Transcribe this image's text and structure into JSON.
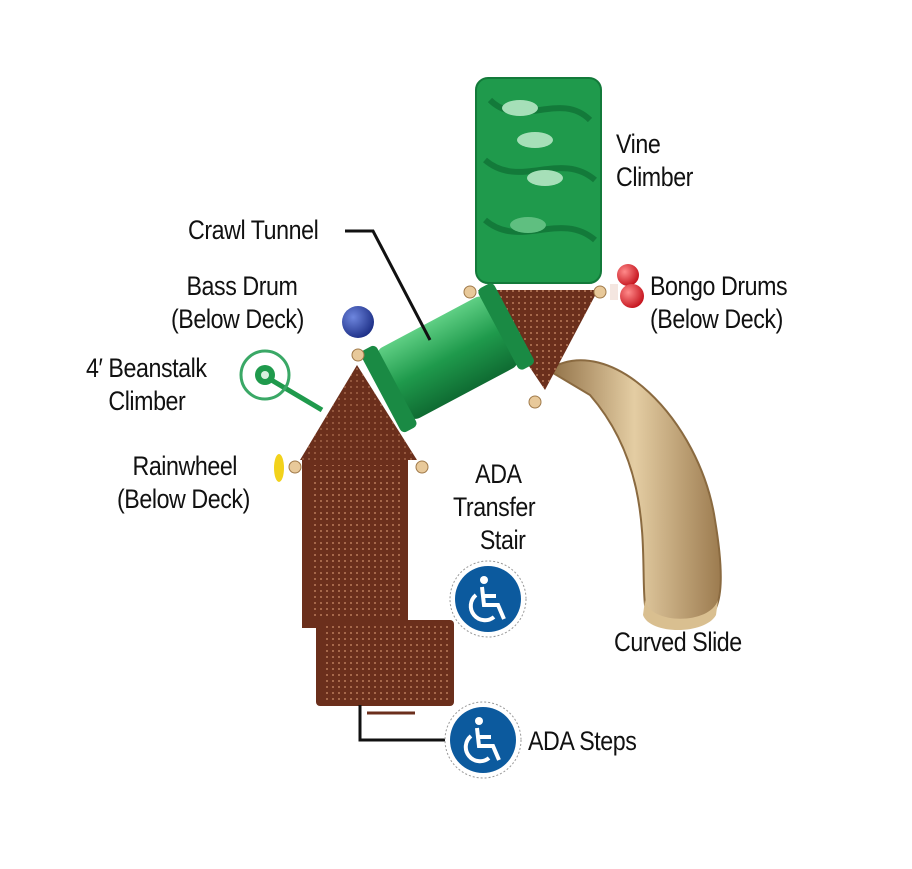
{
  "labels": {
    "vine_climber": [
      "Vine",
      "Climber"
    ],
    "crawl_tunnel": "Crawl Tunnel",
    "bass_drum": [
      "Bass Drum",
      "(Below Deck)"
    ],
    "bongo_drums": [
      "Bongo Drums",
      "(Below Deck)"
    ],
    "beanstalk_climber": [
      "4′ Beanstalk",
      "Climber"
    ],
    "rainwheel": [
      "Rainwheel",
      "(Below Deck)"
    ],
    "ada_transfer_stair": [
      "ADA",
      "Transfer",
      "Stair"
    ],
    "curved_slide": "Curved Slide",
    "ada_steps": "ADA Steps"
  },
  "icons": {
    "accessibility": "wheelchair-icon"
  },
  "colors": {
    "deck_brown": "#6b2f1c",
    "green": "#1f9a4c",
    "slide_tan": "#c9a878",
    "ada_blue": "#0c5a9e",
    "bass_drum_blue": "#2b45a3",
    "bongo_red": "#e02530",
    "rainwheel_yellow": "#f2d21b"
  }
}
